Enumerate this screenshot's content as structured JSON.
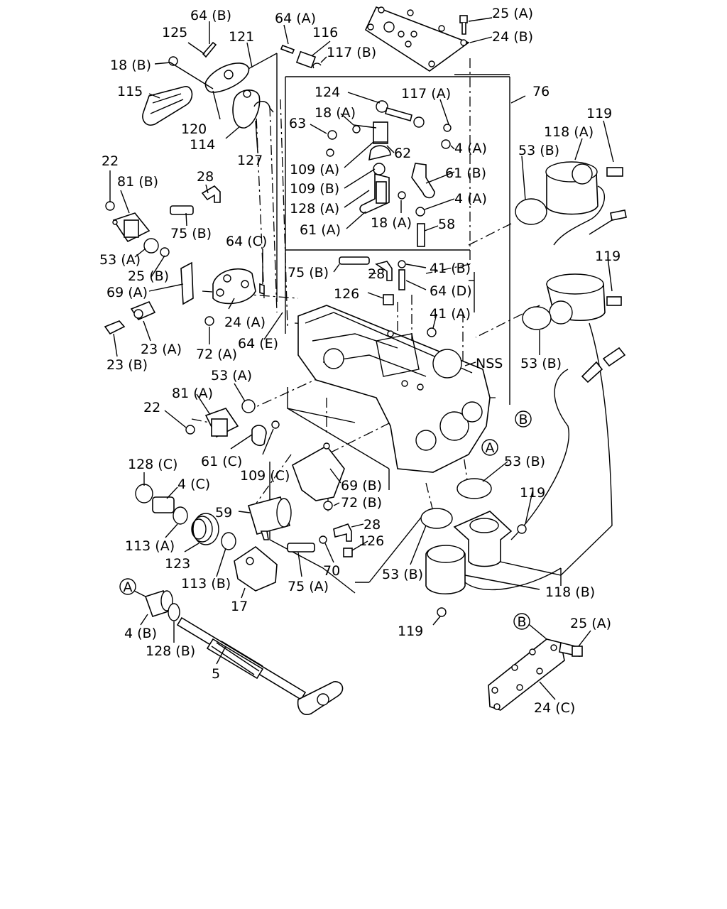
{
  "diagram": {
    "labels": [
      "64 (B)",
      "64 (A)",
      "25 (A)",
      "125",
      "121",
      "116",
      "24 (B)",
      "18 (B)",
      "117 (B)",
      "115",
      "76",
      "124",
      "117 (A)",
      "18 (A)",
      "119",
      "118 (A)",
      "63",
      "4 (A)",
      "120",
      "114",
      "62",
      "53 (B)",
      "127",
      "109 (A)",
      "22",
      "28",
      "61 (B)",
      "109 (B)",
      "81 (B)",
      "128 (A)",
      "4 (A)",
      "18 (A)",
      "58",
      "61 (A)",
      "75 (B)",
      "64 (C)",
      "53 (A)",
      "119",
      "41 (B)",
      "75 (B)",
      "28",
      "25 (B)",
      "64 (D)",
      "69 (A)",
      "126",
      "41 (A)",
      "24 (A)",
      "64 (E)",
      "53 (B)",
      "NSS",
      "72 (A)",
      "23 (A)",
      "23 (B)",
      "53 (A)",
      "81 (A)",
      "22",
      "61 (C)",
      "109 (C)",
      "53 (B)",
      "128 (C)",
      "4 (C)",
      "69 (B)",
      "119",
      "59",
      "72 (B)",
      "28",
      "113 (A)",
      "123",
      "126",
      "70",
      "53 (B)",
      "113 (B)",
      "75 (A)",
      "118 (B)",
      "17",
      "4 (B)",
      "119",
      "25 (A)",
      "128 (B)",
      "24 (C)",
      "5"
    ],
    "callouts": [
      "A",
      "B",
      "A",
      "B"
    ]
  }
}
